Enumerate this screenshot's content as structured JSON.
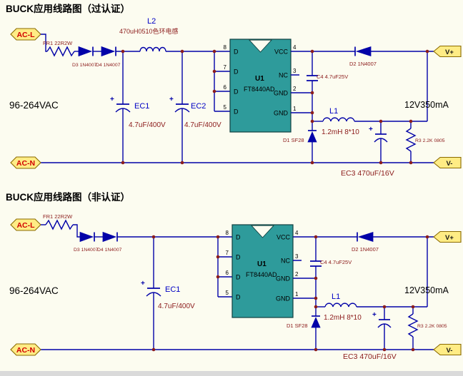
{
  "colors": {
    "background": "#FCFCF0",
    "wire": "#0202A8",
    "junction": "#8B1C1C",
    "ic_fill": "#2E9B9B",
    "port_fill": "#FFEC85",
    "port_text_red": "#D10000",
    "designator_blue": "#0000C4",
    "value_red": "#8B1A1A"
  },
  "sym": {
    "plus": "+"
  },
  "circuit1": {
    "title": "BUCK应用线路图（过认证）",
    "ports": {
      "ac_l": "AC-L",
      "ac_n": "AC-N",
      "v_plus": "V+",
      "v_minus": "V-"
    },
    "input_range": "96-264VAC",
    "output_rating": "12V350mA",
    "components": {
      "fr1": "FR1 22R2W",
      "d3": "D3 1N4007",
      "d4": "D4 1N4007",
      "l2_ref": "L2",
      "l2_value": "470uH0510色环电感",
      "ec1_ref": "EC1",
      "ec1_value": "4.7uF/400V",
      "ec2_ref": "EC2",
      "ec2_value": "4.7uF/400V",
      "u1_ref": "U1",
      "u1_part": "FT8440AD",
      "c4": "C4 4.7uF25V",
      "d2": "D2 1N4007",
      "l1_ref": "L1",
      "l1_value": "1.2mH 8*10",
      "d1": "D1 SF28",
      "r3": "R3 2.2K 0805",
      "ec3": "EC3 470uF/16V"
    },
    "ic": {
      "pin_numbers_left": [
        "8",
        "7",
        "6",
        "5"
      ],
      "pin_names_left": [
        "D",
        "D",
        "D",
        "D"
      ],
      "pin_numbers_right": [
        "4",
        "3",
        "2",
        "1"
      ],
      "pin_names_right": [
        "VCC",
        "NC",
        "GND",
        "GND"
      ]
    }
  },
  "circuit2": {
    "title": "BUCK应用线路图（非认证）",
    "ports": {
      "ac_l": "AC-L",
      "ac_n": "AC-N",
      "v_plus": "V+",
      "v_minus": "V-"
    },
    "input_range": "96-264VAC",
    "output_rating": "12V350mA",
    "components": {
      "fr1": "FR1 22R2W",
      "d3": "D3 1N4007",
      "d4": "D4 1N4007",
      "ec1_ref": "EC1",
      "ec1_value": "4.7uF/400V",
      "u1_ref": "U1",
      "u1_part": "FT8440AD",
      "c4": "C4 4.7uF25V",
      "d2": "D2 1N4007",
      "l1_ref": "L1",
      "l1_value": "1.2mH 8*10",
      "d1": "D1 SF28",
      "r3": "R3 2.2K 0805",
      "ec3": "EC3 470uF/16V"
    },
    "ic": {
      "pin_numbers_left": [
        "8",
        "7",
        "6",
        "5"
      ],
      "pin_names_left": [
        "D",
        "D",
        "D",
        "D"
      ],
      "pin_numbers_right": [
        "4",
        "3",
        "2",
        "1"
      ],
      "pin_names_right": [
        "VCC",
        "NC",
        "GND",
        "GND"
      ]
    }
  }
}
